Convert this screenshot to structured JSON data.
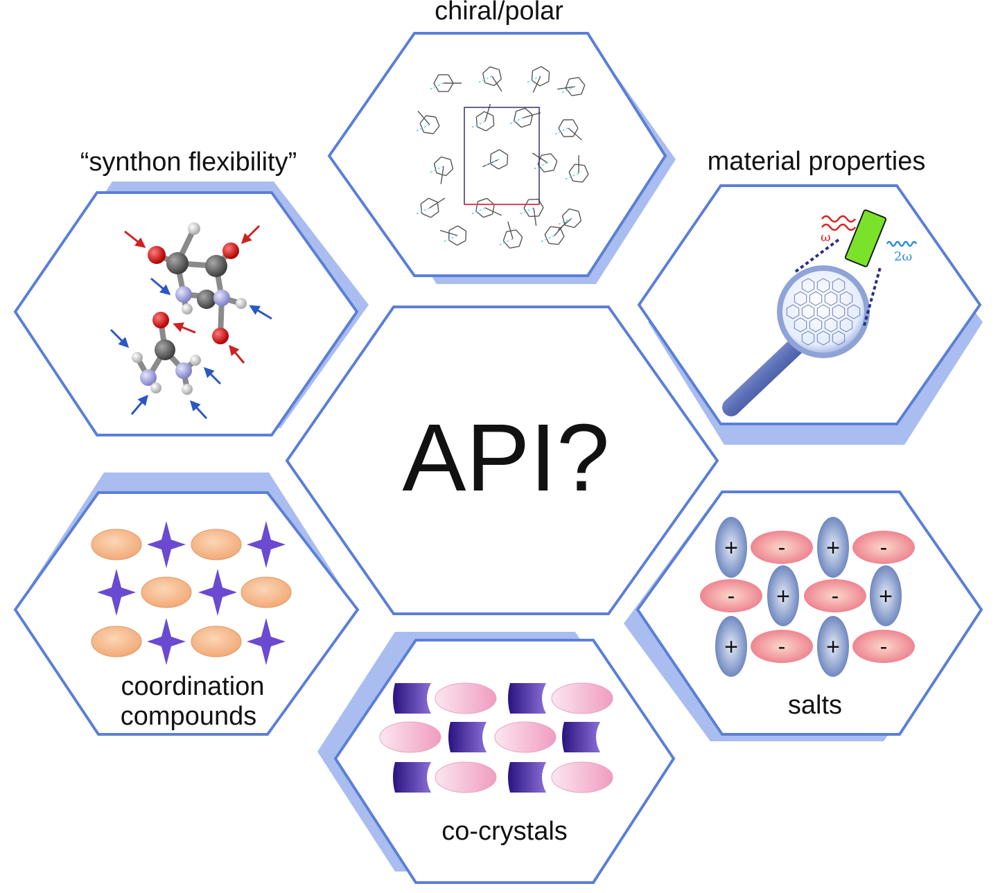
{
  "diagram": {
    "center": {
      "text": "API?"
    },
    "hexagons": [
      {
        "id": "chiral",
        "label_lines": [
          "chiral/polar"
        ]
      },
      {
        "id": "synthon",
        "label_lines": [
          "“synthon flexibility”"
        ]
      },
      {
        "id": "material",
        "label_lines": [
          "material properties"
        ]
      },
      {
        "id": "coordination",
        "label_lines": [
          "coordination",
          "compounds"
        ]
      },
      {
        "id": "salts",
        "label_lines": [
          "salts"
        ]
      },
      {
        "id": "cocrystals",
        "label_lines": [
          "co-crystals"
        ]
      }
    ],
    "symbols": {
      "plus": "+",
      "minus": "-",
      "omega": "ω",
      "two_omega": "2ω"
    },
    "colors": {
      "hex_border": "#5b7fd6",
      "hex_shadow": "#a9bdf0",
      "cation": "#7d95c8",
      "anion": "#f08e96",
      "coord_ellipse": "#f5ba8c",
      "coord_star": "#6a4ad1",
      "cocrystal_dark": "#2c1a8a",
      "cocrystal_pink": "#f2a8c8",
      "atom_oxygen": "#dd1111",
      "atom_carbon": "#666666",
      "atom_nitrogen": "#a9a9e6",
      "atom_hydrogen": "#d8d8d8",
      "arrow_red": "#cc2222",
      "arrow_blue": "#2a57c2",
      "crystal_green": "#7be22c"
    }
  }
}
